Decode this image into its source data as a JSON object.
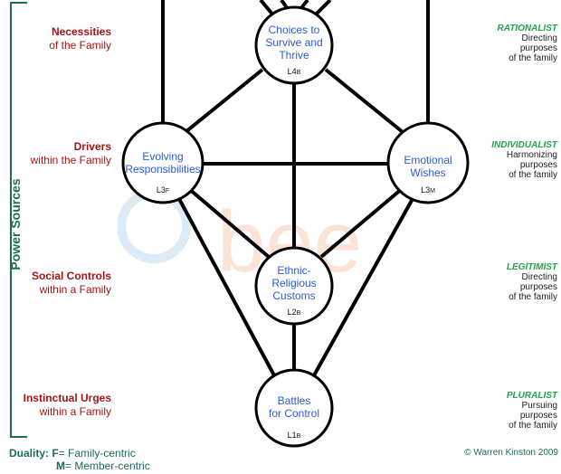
{
  "side_label": "Power Sources",
  "levels": [
    {
      "title": "Necessities",
      "subtitle": "of the Family"
    },
    {
      "title": "Drivers",
      "subtitle": "within the Family"
    },
    {
      "title": "Social Controls",
      "subtitle": "within a Family"
    },
    {
      "title": "Instinctual Urges",
      "subtitle": "within a Family"
    }
  ],
  "purpose_types": [
    {
      "name": "RATIONALIST",
      "desc": [
        "Directing",
        "purposes",
        "of the family"
      ]
    },
    {
      "name": "INDIVIDUALIST",
      "desc": [
        "Harmonizing",
        "purposes",
        "of the family"
      ]
    },
    {
      "name": "LEGITIMIST",
      "desc": [
        "Directing",
        "purposes",
        "of the family"
      ]
    },
    {
      "name": "PLURALIST",
      "desc": [
        "Pursuing",
        "purposes",
        "of the family"
      ]
    }
  ],
  "nodes": {
    "l4": {
      "lines": [
        "Choices to",
        "Survive and",
        "Thrive"
      ],
      "code": "L4",
      "sub": "B"
    },
    "l3f": {
      "lines": [
        "Evolving",
        "Responsibilities"
      ],
      "code": "L3",
      "sub": "F"
    },
    "l3m": {
      "lines": [
        "Emotional",
        "Wishes"
      ],
      "code": "L3",
      "sub": "M"
    },
    "l2": {
      "lines": [
        "Ethnic-",
        "Religious",
        "Customs"
      ],
      "code": "L2",
      "sub": "B"
    },
    "l1": {
      "lines": [
        "Battles",
        "for Control"
      ],
      "code": "L1",
      "sub": "B"
    }
  },
  "duality": {
    "heading": "Duality:",
    "f_key": "F",
    "f_text": "= Family-centric",
    "m_key": "M",
    "m_text": "= Member-centric"
  },
  "copyright": "© Warren Kinston 2009",
  "colors": {
    "level_text": "#a31515",
    "node_text": "#2a5bd7",
    "purpose_name": "#24a24a",
    "bracket": "#1f6b5a"
  }
}
